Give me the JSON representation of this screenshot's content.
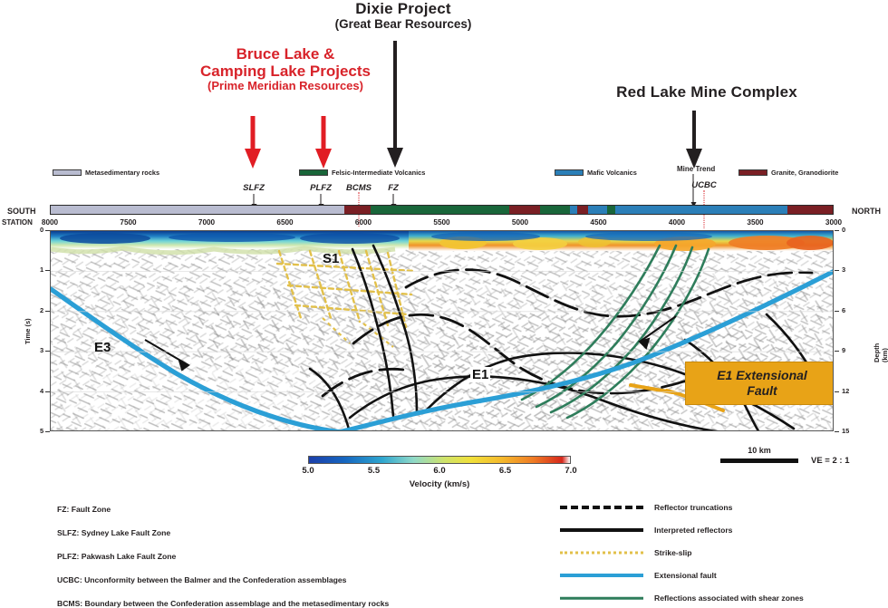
{
  "figure": {
    "type": "seismic-cross-section",
    "orientation_left": "SOUTH",
    "orientation_right": "NORTH",
    "station_axis_label": "STATION",
    "vertical_exaggeration": "VE = 2 : 1",
    "scale_bar_label": "10 km"
  },
  "callouts": [
    {
      "id": "dixie",
      "title": "Dixie Project",
      "subtitle": "(Great Bear Resources)",
      "color": "#231f20",
      "arrow_color": "#231f20"
    },
    {
      "id": "bruce-camping",
      "title_line1": "Bruce Lake &",
      "title_line2": "Camping Lake Projects",
      "subtitle": "(Prime Meridian Resources)",
      "color": "#d8232a",
      "arrow_color": "#d8232a"
    },
    {
      "id": "red-lake",
      "title": "Red Lake Mine Complex",
      "color": "#231f20",
      "arrow_color": "#231f20"
    }
  ],
  "rock_legend": [
    {
      "label": "Metasedimentary rocks",
      "color": "#b9bcd0"
    },
    {
      "label": "Felsic-Intermediate Volcanics",
      "color": "#19663a"
    },
    {
      "label": "Mafic Volcanics",
      "color": "#2b7fb8"
    },
    {
      "label": "Granite, Granodiorite",
      "color": "#7a1f24"
    }
  ],
  "mine_trend_label": "Mine Trend",
  "fault_markers": [
    {
      "label": "SLFZ",
      "station": 6800,
      "style": "solid"
    },
    {
      "label": "PLFZ",
      "station": 6350,
      "style": "solid"
    },
    {
      "label": "BCMS",
      "station": 6100,
      "style": "dotted"
    },
    {
      "label": "FZ",
      "station": 5950,
      "style": "solid"
    },
    {
      "label": "UCBC",
      "station": 4540,
      "style": "dotted"
    }
  ],
  "station_ticks": [
    8000,
    7500,
    7000,
    6500,
    6000,
    5500,
    5000,
    4500,
    4000,
    3500,
    3000
  ],
  "geology_strip": [
    {
      "from": 8000,
      "to": 6130,
      "rock": "Metasedimentary rocks",
      "color": "#b9bcd0"
    },
    {
      "from": 6130,
      "to": 5960,
      "rock": "Granite, Granodiorite",
      "color": "#7a1f24"
    },
    {
      "from": 5960,
      "to": 5075,
      "rock": "Felsic-Intermediate Volcanics",
      "color": "#19663a"
    },
    {
      "from": 5075,
      "to": 4880,
      "rock": "Granite, Granodiorite",
      "color": "#7a1f24"
    },
    {
      "from": 4880,
      "to": 4690,
      "rock": "Felsic-Intermediate Volcanics",
      "color": "#19663a"
    },
    {
      "from": 4690,
      "to": 4640,
      "rock": "Mafic Volcanics",
      "color": "#2b7fb8"
    },
    {
      "from": 4640,
      "to": 4570,
      "rock": "Granite, Granodiorite",
      "color": "#7a1f24"
    },
    {
      "from": 4570,
      "to": 4450,
      "rock": "Mafic Volcanics",
      "color": "#2b7fb8"
    },
    {
      "from": 4450,
      "to": 4400,
      "rock": "Felsic-Intermediate Volcanics",
      "color": "#19663a"
    },
    {
      "from": 4400,
      "to": 3300,
      "rock": "Mafic Volcanics",
      "color": "#2b7fb8"
    },
    {
      "from": 3300,
      "to": 3000,
      "rock": "Granite, Granodiorite",
      "color": "#7a1f24"
    }
  ],
  "axes": {
    "left": {
      "label": "Time (s)",
      "ticks": [
        0,
        1,
        2,
        3,
        4,
        5
      ]
    },
    "right": {
      "label": "Depth (km)",
      "ticks": [
        0,
        3,
        6,
        9,
        12,
        15
      ]
    }
  },
  "section_labels": [
    {
      "text": "S1",
      "station": 6300,
      "time": 0.55
    },
    {
      "text": "E3",
      "station": 7450,
      "time": 2.75
    },
    {
      "text": "E1",
      "station": 5200,
      "time": 3.55
    }
  ],
  "e1_box": {
    "line1": "E1 Extensional",
    "line2": "Fault",
    "color": "#E8A317"
  },
  "colorbar": {
    "title": "Velocity (km/s)",
    "ticks": [
      "5.0",
      "5.5",
      "6.0",
      "6.5",
      "7.0"
    ],
    "min": 5.0,
    "max": 7.0
  },
  "abbreviations": [
    "FZ: Fault Zone",
    "SLFZ: Sydney Lake Fault Zone",
    "PLFZ: Pakwash Lake Fault Zone",
    "UCBC: Unconformity between the Balmer  and the Confederation assemblages",
    "BCMS: Boundary between the Confederation assemblage and the metasedimentary rocks"
  ],
  "line_legend": [
    {
      "label": "Reflector truncations",
      "style": "dashed-thick",
      "color": "#111111"
    },
    {
      "label": "Interpreted reflectors",
      "style": "solid-thick",
      "color": "#111111"
    },
    {
      "label": "Strike-slip",
      "style": "dotted",
      "color": "#E2C04A"
    },
    {
      "label": "Extensional fault",
      "style": "solid-thick",
      "color": "#2B9FD6"
    },
    {
      "label": "Reflections associated with shear zones",
      "style": "solid",
      "color": "#2E7D5B"
    }
  ],
  "chart_data": {
    "type": "heatmap",
    "title": "Seismic reflection cross-section, Red Lake greenstone belt",
    "xlabel": "STATION",
    "ylabel": "Time (s)",
    "y2label": "Depth (km)",
    "xlim": [
      8000,
      3000
    ],
    "ylim": [
      0,
      5
    ],
    "y2lim": [
      0,
      15
    ],
    "colorbar": {
      "label": "Velocity (km/s)",
      "min": 5.0,
      "max": 7.0,
      "ticks": [
        5.0,
        5.5,
        6.0,
        6.5,
        7.0
      ]
    },
    "legend_position": "bottom",
    "grid": false,
    "annotations": [
      "S1",
      "E3",
      "E1",
      "E1 Extensional Fault"
    ]
  }
}
